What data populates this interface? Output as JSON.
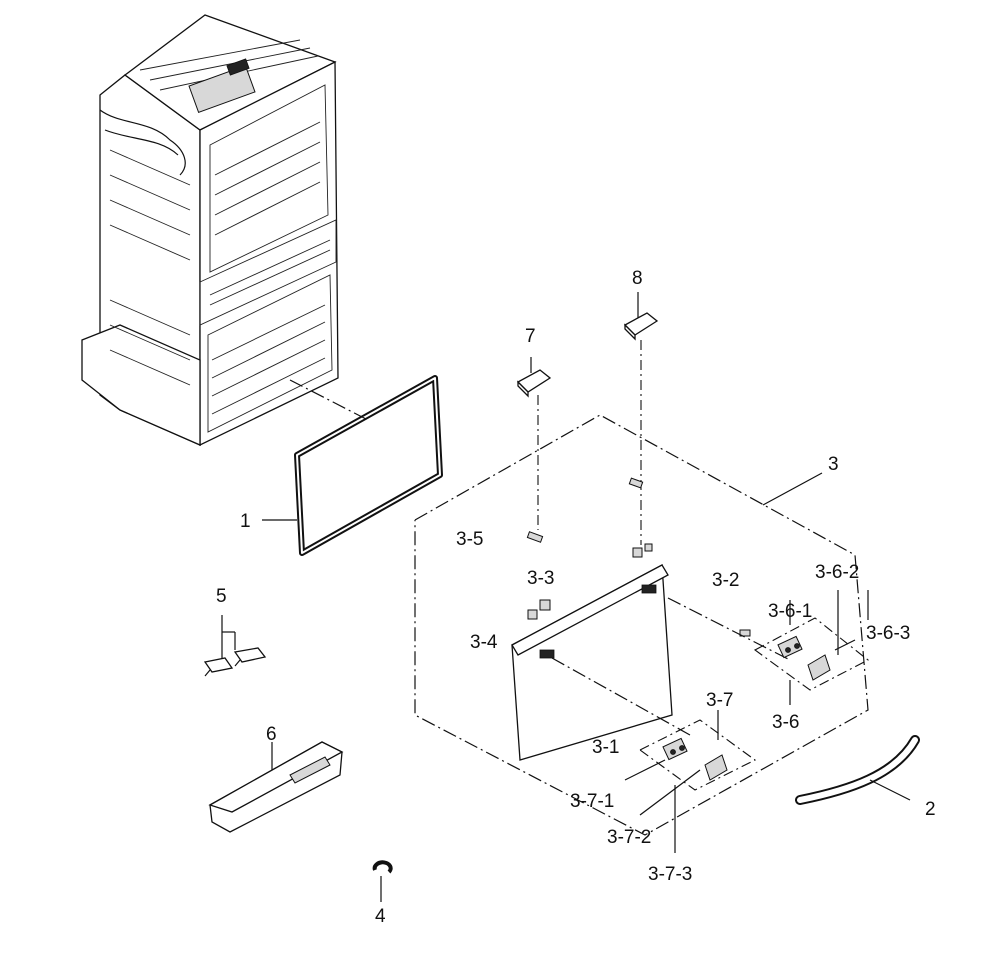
{
  "labels": {
    "p1": "1",
    "p2": "2",
    "p3": "3",
    "p3_1": "3-1",
    "p3_2": "3-2",
    "p3_3": "3-3",
    "p3_4": "3-4",
    "p3_5": "3-5",
    "p3_6": "3-6",
    "p3_6_1": "3-6-1",
    "p3_6_2": "3-6-2",
    "p3_6_3": "3-6-3",
    "p3_7": "3-7",
    "p3_7_1": "3-7-1",
    "p3_7_2": "3-7-2",
    "p3_7_3": "3-7-3",
    "p4": "4",
    "p5": "5",
    "p6": "6",
    "p7": "7",
    "p8": "8"
  }
}
